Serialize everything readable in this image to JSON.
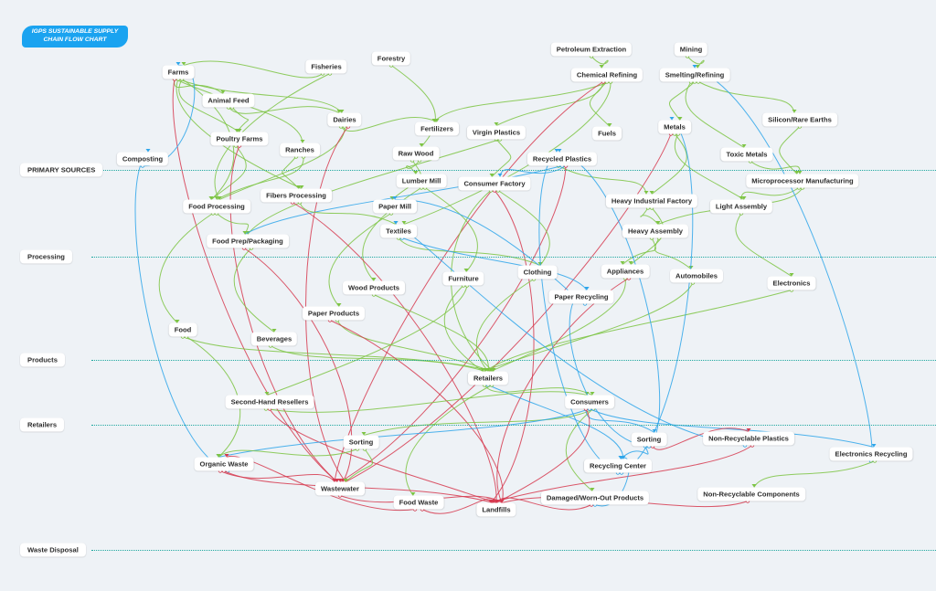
{
  "title": "IGPS SUSTAINABLE SUPPLY CHAIN FLOW CHART",
  "colors": {
    "background": "#eef2f6",
    "badge": "#1aa3f0",
    "green": "#7dc443",
    "red": "#d6394f",
    "blue": "#2ea6ea",
    "lane_line": "#1fa8a0"
  },
  "lanes": [
    "PRIMARY SOURCES",
    "Processing",
    "Products",
    "Retailers",
    "Waste Disposal"
  ],
  "nodes": {
    "farms": "Farms",
    "fisheries": "Fisheries",
    "forestry": "Forestry",
    "petroleum_extraction": "Petroleum Extraction",
    "mining": "Mining",
    "animal_feed": "Animal Feed",
    "chemical_refining": "Chemical Refining",
    "smelting_refining": "Smelting/Refining",
    "dairies": "Dairies",
    "fertilizers": "Fertilizers",
    "virgin_plastics": "Virgin Plastics",
    "fuels": "Fuels",
    "metals": "Metals",
    "silicon_rare_earths": "Silicon/Rare Earths",
    "poultry_farms": "Poultry Farms",
    "ranches": "Ranches",
    "composting": "Composting",
    "raw_wood": "Raw Wood",
    "recycled_plastics": "Recycled Plastics",
    "toxic_metals": "Toxic Metals",
    "lumber_mill": "Lumber Mill",
    "consumer_factory": "Consumer Factory",
    "microprocessor_manufacturing": "Microprocessor Manufacturing",
    "fibers_processing": "Fibers Processing",
    "heavy_industrial_factory": "Heavy Industrial Factory",
    "food_processing": "Food Processing",
    "paper_mill": "Paper Mill",
    "light_assembly": "Light Assembly",
    "heavy_assembly": "Heavy Assembly",
    "textiles": "Textiles",
    "food_prep_packaging": "Food Prep/Packaging",
    "appliances": "Appliances",
    "clothing": "Clothing",
    "furniture": "Furniture",
    "automobiles": "Automobiles",
    "electronics": "Electronics",
    "wood_products": "Wood Products",
    "paper_recycling": "Paper Recycling",
    "paper_products": "Paper Products",
    "food": "Food",
    "beverages": "Beverages",
    "retailers": "Retailers",
    "second_hand_resellers": "Second-Hand Resellers",
    "consumers": "Consumers",
    "sorting_left": "Sorting",
    "sorting_right": "Sorting",
    "non_recyclable_plastics": "Non-Recyclable Plastics",
    "electronics_recycling": "Electronics Recycling",
    "organic_waste": "Organic Waste",
    "recycling_center": "Recycling Center",
    "wastewater": "Wastewater",
    "food_waste": "Food Waste",
    "landfills": "Landfills",
    "damaged_worn_out_products": "Damaged/Worn-Out Products",
    "non_recyclable_components": "Non-Recyclable Components"
  },
  "edges": [
    {
      "from": "farms",
      "to": "animal_feed",
      "color": "green"
    },
    {
      "from": "farms",
      "to": "dairies",
      "color": "green"
    },
    {
      "from": "farms",
      "to": "poultry_farms",
      "color": "green"
    },
    {
      "from": "farms",
      "to": "ranches",
      "color": "green"
    },
    {
      "from": "farms",
      "to": "fibers_processing",
      "color": "green"
    },
    {
      "from": "farms",
      "to": "food_processing",
      "color": "green"
    },
    {
      "from": "farms",
      "to": "wastewater",
      "color": "red"
    },
    {
      "from": "composting",
      "to": "farms",
      "color": "blue"
    },
    {
      "from": "fisheries",
      "to": "food_processing",
      "color": "green"
    },
    {
      "from": "fisheries",
      "to": "farms",
      "color": "green"
    },
    {
      "from": "animal_feed",
      "to": "dairies",
      "color": "green"
    },
    {
      "from": "animal_feed",
      "to": "poultry_farms",
      "color": "green"
    },
    {
      "from": "dairies",
      "to": "fertilizers",
      "color": "green"
    },
    {
      "from": "dairies",
      "to": "food_processing",
      "color": "green"
    },
    {
      "from": "dairies",
      "to": "wastewater",
      "color": "red"
    },
    {
      "from": "poultry_farms",
      "to": "food_processing",
      "color": "green"
    },
    {
      "from": "poultry_farms",
      "to": "wastewater",
      "color": "red"
    },
    {
      "from": "ranches",
      "to": "food_processing",
      "color": "green"
    },
    {
      "from": "ranches",
      "to": "fibers_processing",
      "color": "green"
    },
    {
      "from": "forestry",
      "to": "raw_wood",
      "color": "green"
    },
    {
      "from": "raw_wood",
      "to": "lumber_mill",
      "color": "green"
    },
    {
      "from": "raw_wood",
      "to": "paper_mill",
      "color": "green"
    },
    {
      "from": "lumber_mill",
      "to": "wood_products",
      "color": "green"
    },
    {
      "from": "lumber_mill",
      "to": "furniture",
      "color": "green"
    },
    {
      "from": "paper_mill",
      "to": "paper_products",
      "color": "green"
    },
    {
      "from": "petroleum_extraction",
      "to": "chemical_refining",
      "color": "green"
    },
    {
      "from": "chemical_refining",
      "to": "fertilizers",
      "color": "green"
    },
    {
      "from": "chemical_refining",
      "to": "virgin_plastics",
      "color": "green"
    },
    {
      "from": "chemical_refining",
      "to": "fuels",
      "color": "green"
    },
    {
      "from": "chemical_refining",
      "to": "textiles",
      "color": "green"
    },
    {
      "from": "chemical_refining",
      "to": "wastewater",
      "color": "red"
    },
    {
      "from": "virgin_plastics",
      "to": "consumer_factory",
      "color": "green"
    },
    {
      "from": "virgin_plastics",
      "to": "food_prep_packaging",
      "color": "green"
    },
    {
      "from": "mining",
      "to": "smelting_refining",
      "color": "green"
    },
    {
      "from": "smelting_refining",
      "to": "metals",
      "color": "green"
    },
    {
      "from": "smelting_refining",
      "to": "silicon_rare_earths",
      "color": "green"
    },
    {
      "from": "smelting_refining",
      "to": "toxic_metals",
      "color": "green"
    },
    {
      "from": "metals",
      "to": "heavy_industrial_factory",
      "color": "green"
    },
    {
      "from": "metals",
      "to": "light_assembly",
      "color": "green"
    },
    {
      "from": "metals",
      "to": "wastewater",
      "color": "red"
    },
    {
      "from": "silicon_rare_earths",
      "to": "microprocessor_manufacturing",
      "color": "green"
    },
    {
      "from": "toxic_metals",
      "to": "microprocessor_manufacturing",
      "color": "green"
    },
    {
      "from": "microprocessor_manufacturing",
      "to": "light_assembly",
      "color": "green"
    },
    {
      "from": "microprocessor_manufacturing",
      "to": "heavy_assembly",
      "color": "green"
    },
    {
      "from": "recycled_plastics",
      "to": "consumer_factory",
      "color": "blue"
    },
    {
      "from": "recycled_plastics",
      "to": "heavy_industrial_factory",
      "color": "green"
    },
    {
      "from": "recycled_plastics",
      "to": "food_prep_packaging",
      "color": "blue"
    },
    {
      "from": "recycled_plastics",
      "to": "wastewater",
      "color": "red"
    },
    {
      "from": "heavy_industrial_factory",
      "to": "heavy_assembly",
      "color": "green"
    },
    {
      "from": "heavy_industrial_factory",
      "to": "appliances",
      "color": "green"
    },
    {
      "from": "heavy_assembly",
      "to": "automobiles",
      "color": "green"
    },
    {
      "from": "heavy_assembly",
      "to": "appliances",
      "color": "green"
    },
    {
      "from": "light_assembly",
      "to": "electronics",
      "color": "green"
    },
    {
      "from": "consumer_factory",
      "to": "clothing",
      "color": "green"
    },
    {
      "from": "consumer_factory",
      "to": "retailers",
      "color": "green"
    },
    {
      "from": "consumer_factory",
      "to": "landfills",
      "color": "red"
    },
    {
      "from": "fibers_processing",
      "to": "textiles",
      "color": "green"
    },
    {
      "from": "fibers_processing",
      "to": "landfills",
      "color": "red"
    },
    {
      "from": "textiles",
      "to": "clothing",
      "color": "green"
    },
    {
      "from": "textiles",
      "to": "paper_recycling",
      "color": "blue"
    },
    {
      "from": "food_processing",
      "to": "food",
      "color": "green"
    },
    {
      "from": "food_processing",
      "to": "food_prep_packaging",
      "color": "green"
    },
    {
      "from": "food_prep_packaging",
      "to": "beverages",
      "color": "green"
    },
    {
      "from": "food_prep_packaging",
      "to": "wastewater",
      "color": "red"
    },
    {
      "from": "food",
      "to": "retailers",
      "color": "green"
    },
    {
      "from": "food",
      "to": "organic_waste",
      "color": "green"
    },
    {
      "from": "beverages",
      "to": "retailers",
      "color": "green"
    },
    {
      "from": "wood_products",
      "to": "retailers",
      "color": "green"
    },
    {
      "from": "paper_products",
      "to": "retailers",
      "color": "green"
    },
    {
      "from": "paper_products",
      "to": "landfills",
      "color": "red"
    },
    {
      "from": "furniture",
      "to": "retailers",
      "color": "green"
    },
    {
      "from": "furniture",
      "to": "second_hand_resellers",
      "color": "green"
    },
    {
      "from": "clothing",
      "to": "retailers",
      "color": "green"
    },
    {
      "from": "appliances",
      "to": "retailers",
      "color": "green"
    },
    {
      "from": "appliances",
      "to": "landfills",
      "color": "red"
    },
    {
      "from": "automobiles",
      "to": "retailers",
      "color": "green"
    },
    {
      "from": "electronics",
      "to": "retailers",
      "color": "green"
    },
    {
      "from": "paper_recycling",
      "to": "paper_mill",
      "color": "blue"
    },
    {
      "from": "retailers",
      "to": "consumers",
      "color": "green"
    },
    {
      "from": "retailers",
      "to": "recycling_center",
      "color": "blue"
    },
    {
      "from": "retailers",
      "to": "food_waste",
      "color": "green"
    },
    {
      "from": "second_hand_resellers",
      "to": "consumers",
      "color": "green"
    },
    {
      "from": "second_hand_resellers",
      "to": "landfills",
      "color": "red"
    },
    {
      "from": "consumers",
      "to": "sorting_left",
      "color": "green"
    },
    {
      "from": "consumers",
      "to": "sorting_right",
      "color": "blue"
    },
    {
      "from": "consumers",
      "to": "organic_waste",
      "color": "blue"
    },
    {
      "from": "consumers",
      "to": "damaged_worn_out_products",
      "color": "green"
    },
    {
      "from": "consumers",
      "to": "landfills",
      "color": "red"
    },
    {
      "from": "consumers",
      "to": "electronics_recycling",
      "color": "blue"
    },
    {
      "from": "sorting_left",
      "to": "wastewater",
      "color": "green"
    },
    {
      "from": "sorting_left",
      "to": "organic_waste",
      "color": "green"
    },
    {
      "from": "sorting_right",
      "to": "recycled_plastics",
      "color": "blue"
    },
    {
      "from": "sorting_right",
      "to": "non_recyclable_plastics",
      "color": "red"
    },
    {
      "from": "sorting_right",
      "to": "recycling_center",
      "color": "blue"
    },
    {
      "from": "sorting_right",
      "to": "paper_recycling",
      "color": "blue"
    },
    {
      "from": "non_recyclable_plastics",
      "to": "landfills",
      "color": "red"
    },
    {
      "from": "non_recyclable_plastics",
      "to": "textiles",
      "color": "blue"
    },
    {
      "from": "electronics_recycling",
      "to": "smelting_refining",
      "color": "blue"
    },
    {
      "from": "electronics_recycling",
      "to": "non_recyclable_components",
      "color": "green"
    },
    {
      "from": "non_recyclable_components",
      "to": "landfills",
      "color": "red"
    },
    {
      "from": "recycling_center",
      "to": "recycled_plastics",
      "color": "blue"
    },
    {
      "from": "recycling_center",
      "to": "metals",
      "color": "blue"
    },
    {
      "from": "damaged_worn_out_products",
      "to": "landfills",
      "color": "red"
    },
    {
      "from": "damaged_worn_out_products",
      "to": "recycling_center",
      "color": "blue"
    },
    {
      "from": "organic_waste",
      "to": "composting",
      "color": "blue"
    },
    {
      "from": "organic_waste",
      "to": "wastewater",
      "color": "red"
    },
    {
      "from": "organic_waste",
      "to": "landfills",
      "color": "red"
    },
    {
      "from": "food_waste",
      "to": "landfills",
      "color": "red"
    },
    {
      "from": "food_waste",
      "to": "organic_waste",
      "color": "red"
    },
    {
      "from": "wastewater",
      "to": "landfills",
      "color": "red"
    }
  ]
}
